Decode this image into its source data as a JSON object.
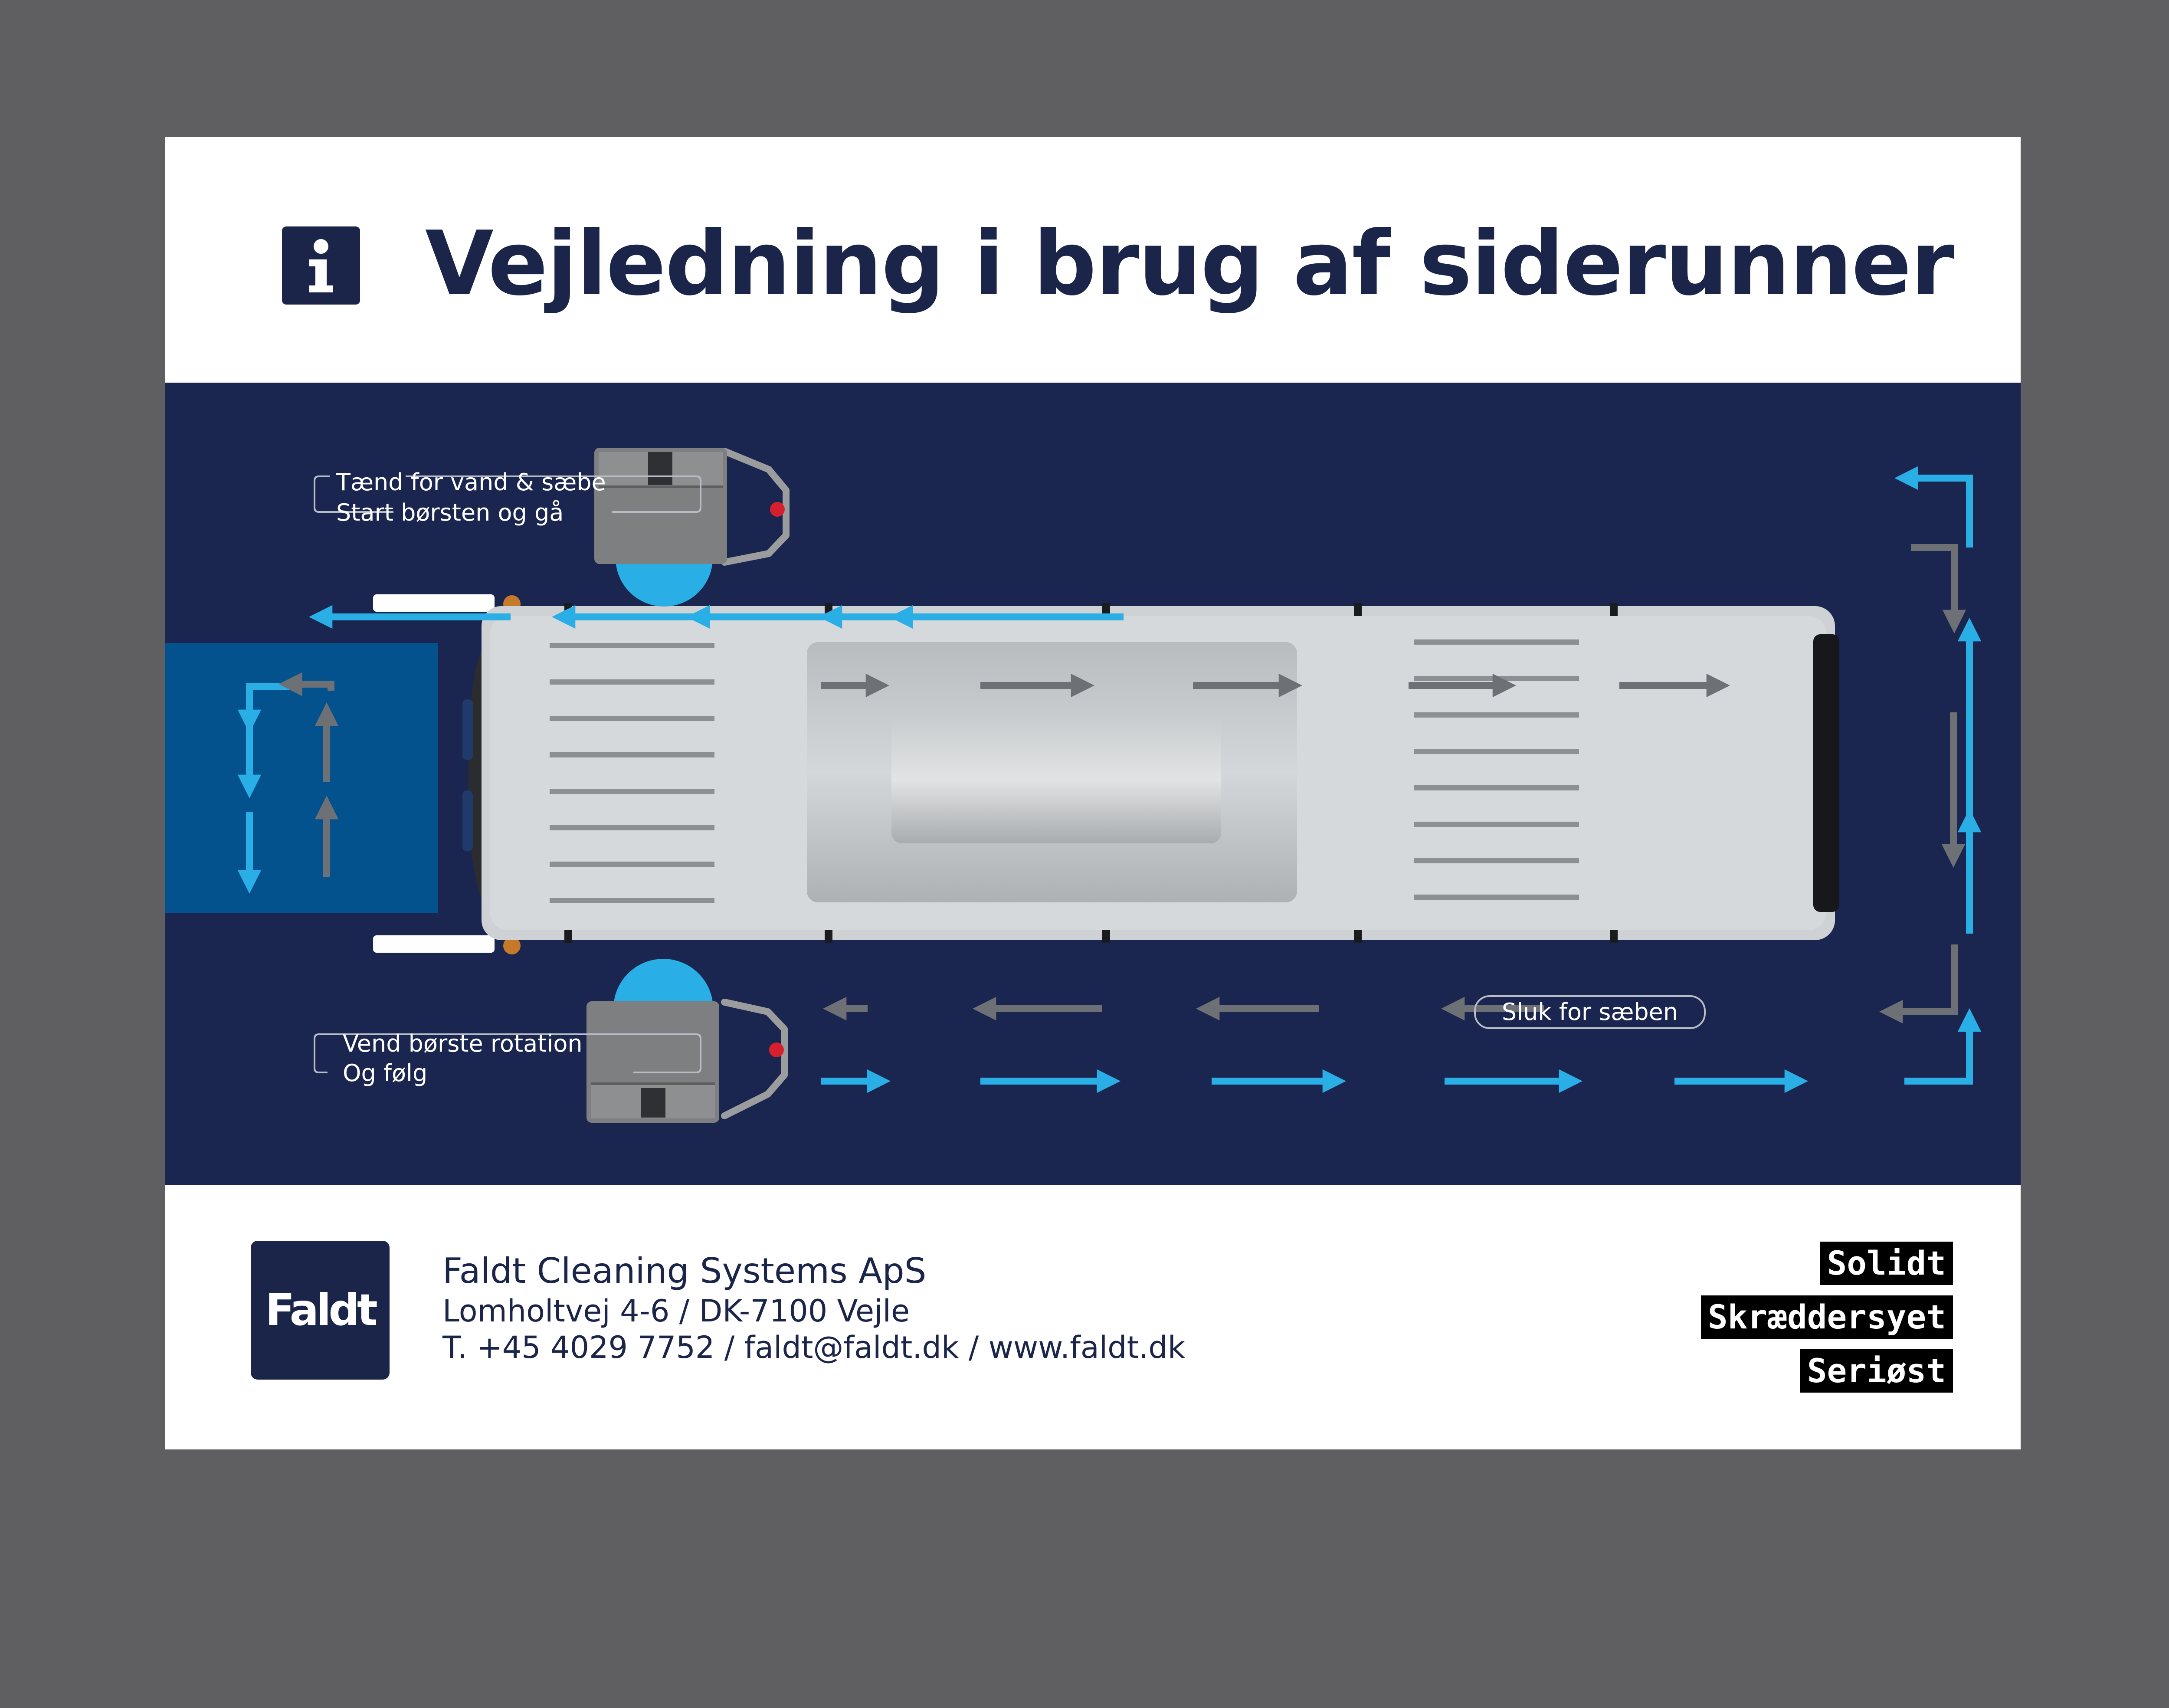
{
  "header": {
    "title": "Vejledning i brug af siderunner",
    "info_icon": "info-icon"
  },
  "diagram": {
    "callouts": {
      "top": {
        "line1": "Tænd for vand & sæbe",
        "line2": "Start børsten og gå"
      },
      "bottom": {
        "line1": "Vend børste rotation",
        "line2": "Og følg"
      },
      "soap_off": "Sluk for sæben"
    },
    "colors": {
      "background": "#1b2650",
      "wash_bay": "#03528e",
      "arrow_blue": "#29aee6",
      "arrow_grey": "#6d7075",
      "bus_body": "#cfd2d4",
      "brush": "#29aee6",
      "machine": "#7d7f81",
      "indicator": "#d7202e",
      "mirror_tip": "#c47a2a"
    },
    "icons": [
      "bus-top-view",
      "siderunner-machine",
      "rotating-brush",
      "direction-arrow"
    ]
  },
  "footer": {
    "logo_text": "Faldt",
    "company_name": "Faldt Cleaning Systems ApS",
    "address": "Lomholtvej 4-6  /  DK-7100 Vejle",
    "contact": "T. +45 4029 7752  /  faldt@faldt.dk  /  www.faldt.dk",
    "taglines": [
      "Solidt",
      "Skræddersyet",
      "Seriøst"
    ]
  },
  "colors": {
    "navy": "#1a2549",
    "page_background": "#5f5f61",
    "card_background": "#ffffff"
  }
}
